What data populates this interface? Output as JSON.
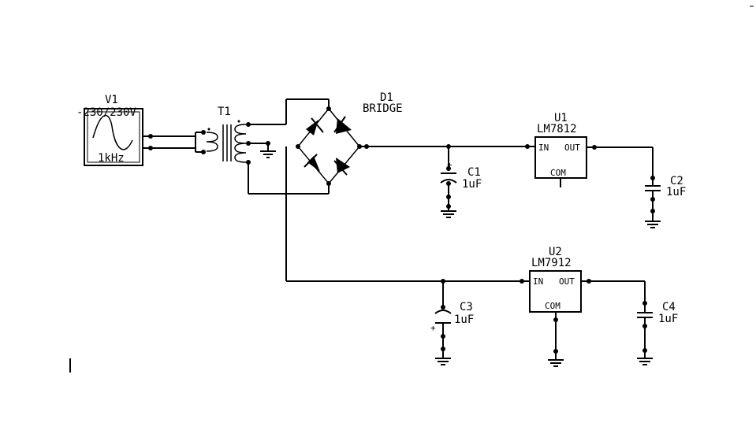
{
  "source": {
    "ref": "V1",
    "value": "-230/230V",
    "freq": "1kHz"
  },
  "transformer": {
    "ref": "T1"
  },
  "bridge": {
    "ref": "D1",
    "value": "BRIDGE"
  },
  "reg1": {
    "ref": "U1",
    "part": "LM7812",
    "pin_in": "IN",
    "pin_out": "OUT",
    "pin_com": "COM"
  },
  "reg2": {
    "ref": "U2",
    "part": "LM7912",
    "pin_in": "IN",
    "pin_out": "OUT",
    "pin_com": "COM"
  },
  "caps": {
    "c1": {
      "ref": "C1",
      "value": "1uF"
    },
    "c2": {
      "ref": "C2",
      "value": "1uF"
    },
    "c3": {
      "ref": "C3",
      "value": "1uF"
    },
    "c4": {
      "ref": "C4",
      "value": "1uF"
    }
  },
  "polarity": "+"
}
